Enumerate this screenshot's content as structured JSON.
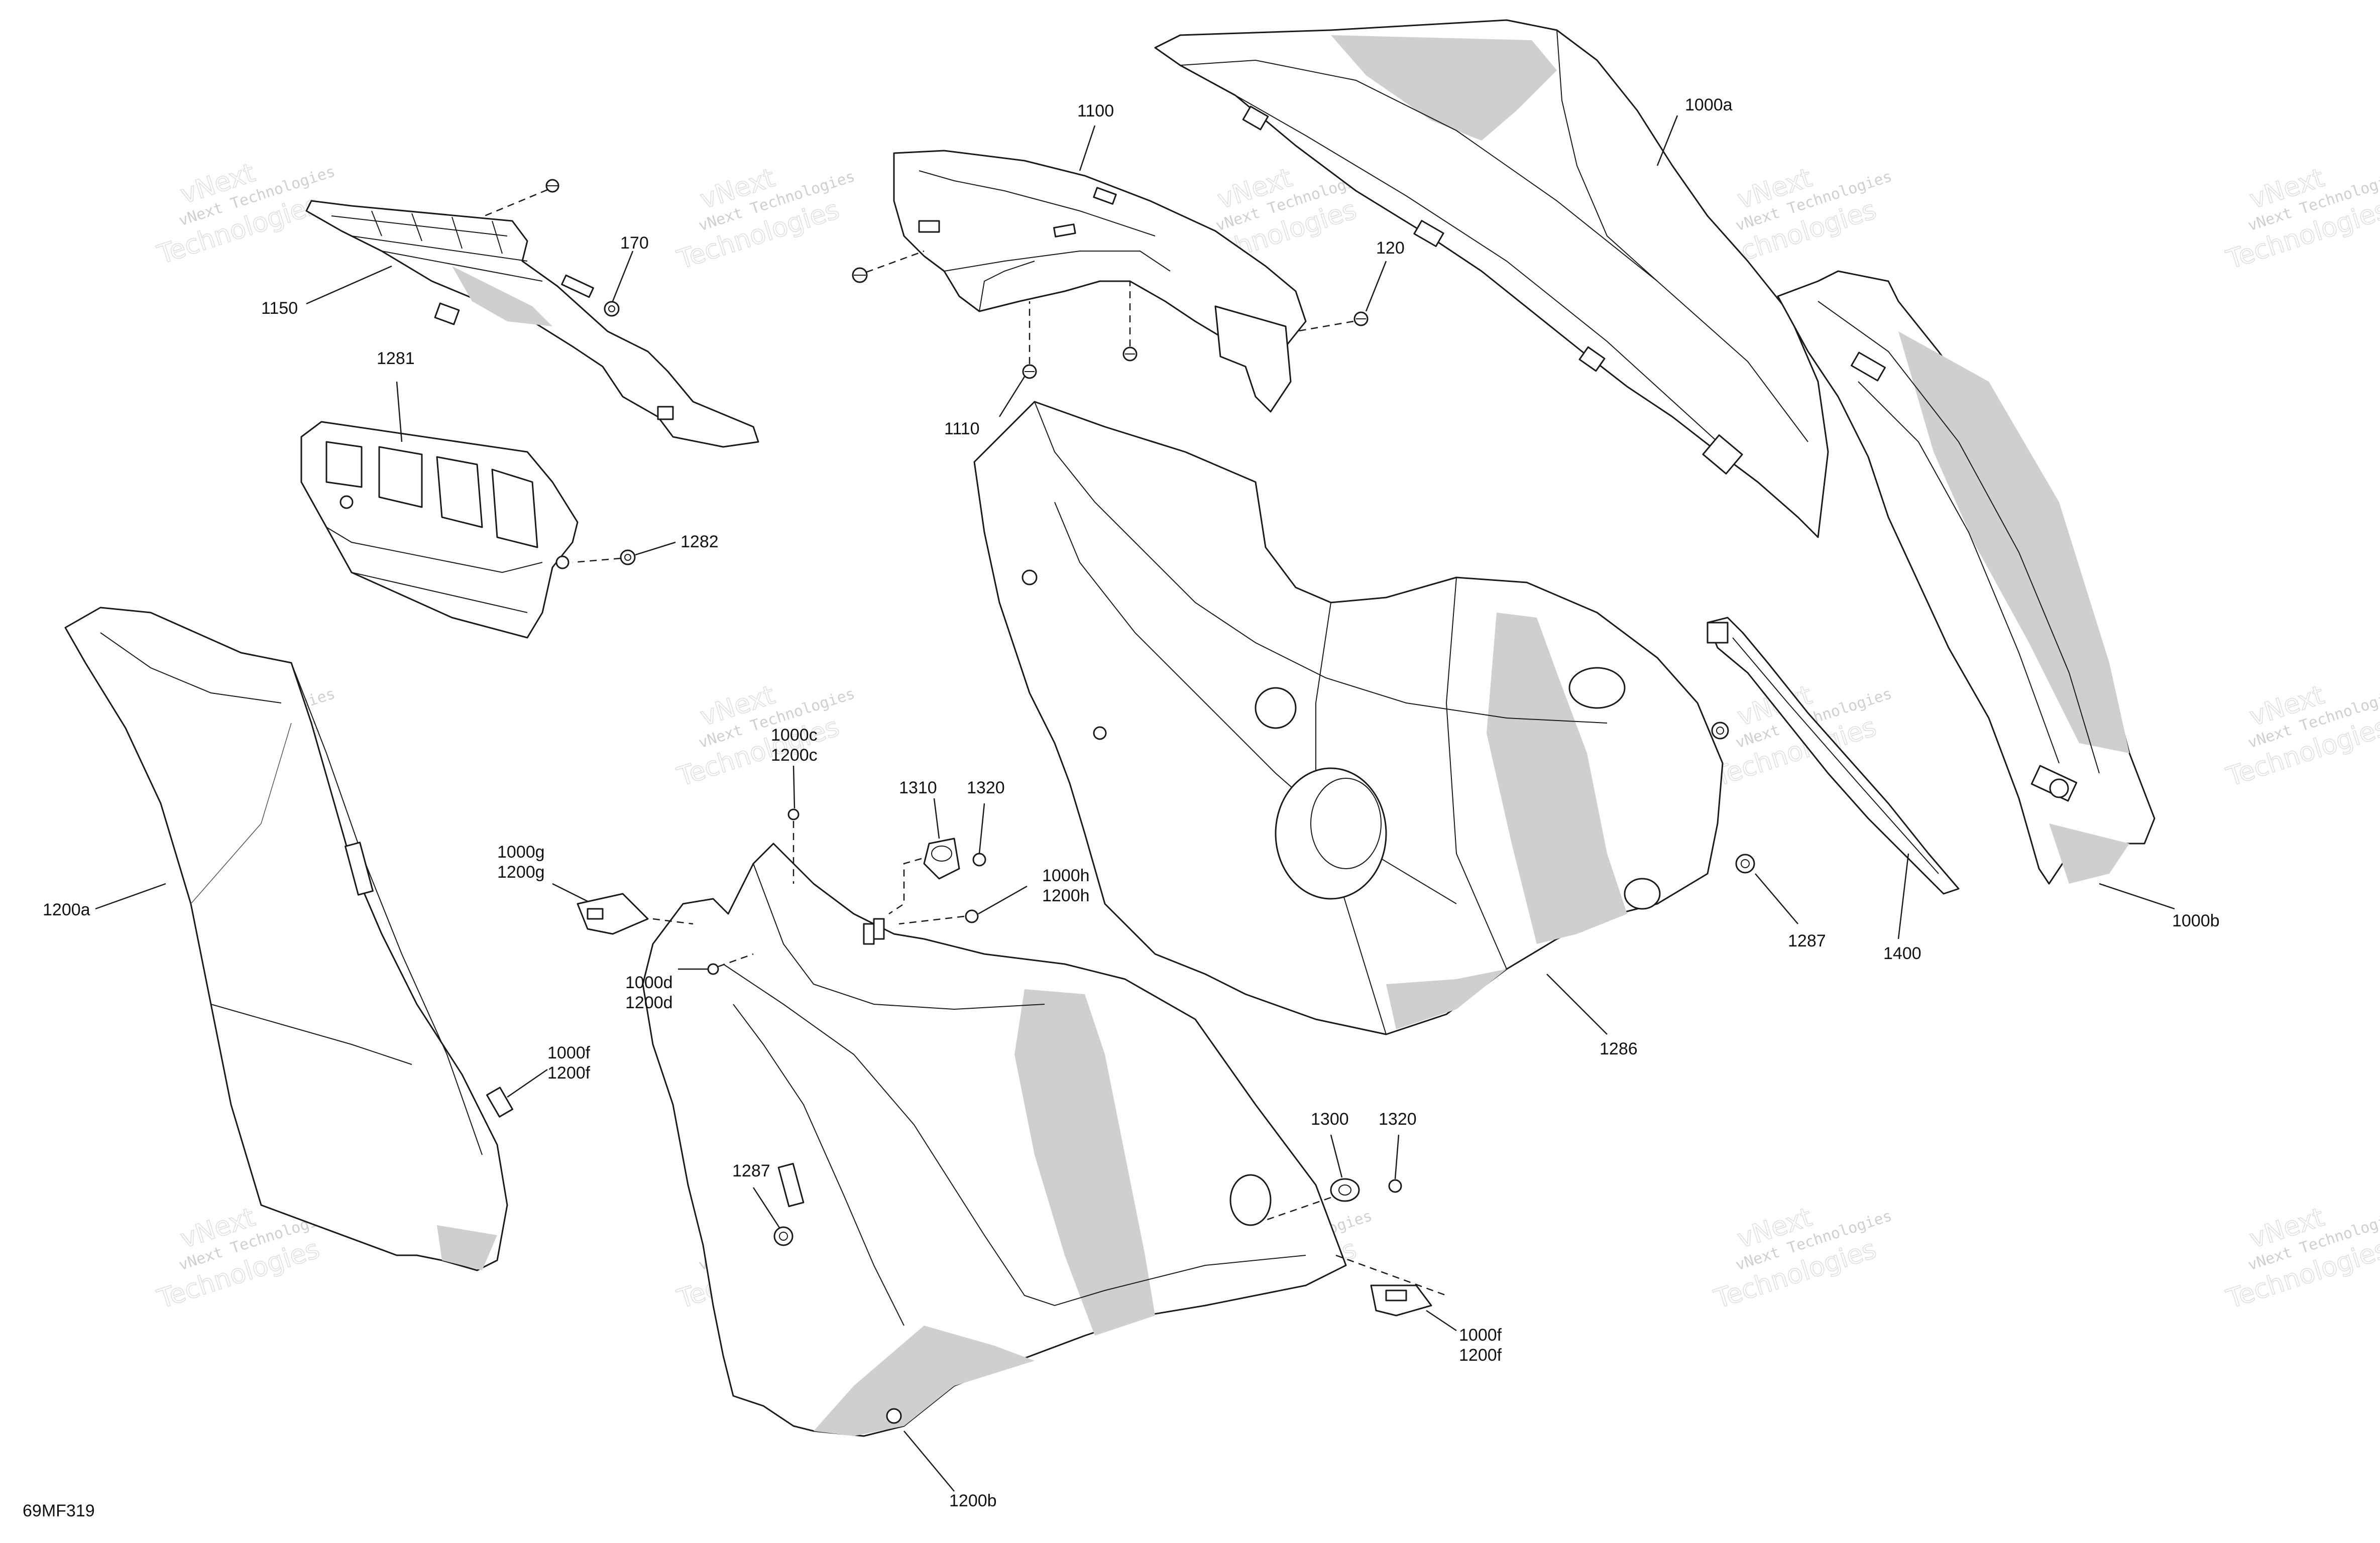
{
  "diagram": {
    "figure_id": "69MF319",
    "watermark": {
      "line1": "vNext Technologies",
      "line2": "Technologies",
      "line3": "vNext"
    },
    "callouts": {
      "c_1100": "1100",
      "c_1000a": "1000a",
      "c_170": "170",
      "c_1150": "1150",
      "c_120": "120",
      "c_1281": "1281",
      "c_1110": "1110",
      "c_1282": "1282",
      "c_1000c": "1000c",
      "c_1200c": "1200c",
      "c_1310": "1310",
      "c_1320_top": "1320",
      "c_1000g": "1000g",
      "c_1200g": "1200g",
      "c_1000h": "1000h",
      "c_1200h": "1200h",
      "c_1200a": "1200a",
      "c_1000d": "1000d",
      "c_1200d": "1200d",
      "c_1287_right": "1287",
      "c_1400": "1400",
      "c_1000b": "1000b",
      "c_1286": "1286",
      "c_1000f_left": "1000f",
      "c_1200f_left": "1200f",
      "c_1300": "1300",
      "c_1320_bottom": "1320",
      "c_1287_left": "1287",
      "c_1000f_right": "1000f",
      "c_1200f_right": "1200f",
      "c_1200b": "1200b"
    }
  }
}
